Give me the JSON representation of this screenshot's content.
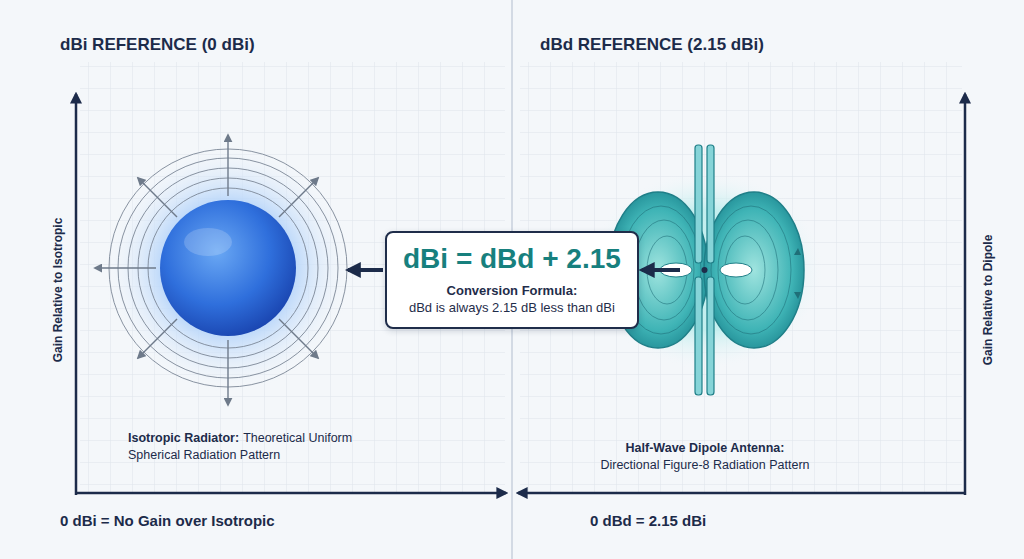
{
  "diagram": {
    "nodes": [
      {
        "text": [
          "dBi = dBd + 2.15",
          "Conversion Formula:",
          "dBd is always 2.15 dB less than dBi"
        ]
      }
    ],
    "labels": [
      "dBi REFERENCE (0 dBi)",
      "dBd REFERENCE (2.15 dBi)",
      "Gain Relative to Isotropic",
      "Gain Relative to Dipole",
      "Isotropic Radiator:",
      "Theoretical Uniform Spherical Radiation Pattern",
      "Half-Wave Dipole Antenna:",
      "Directional Figure-8 Radiation Pattern",
      "0 dBi = No Gain over Isotropic",
      "0 dBd = 2.15 dBi"
    ]
  }
}
